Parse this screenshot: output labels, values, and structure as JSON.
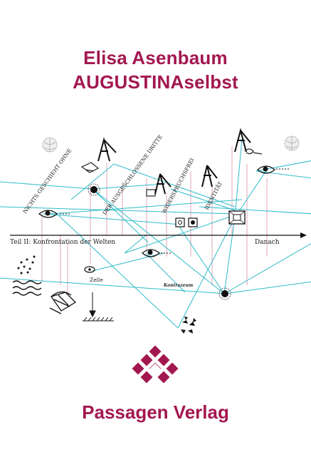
{
  "cover": {
    "author": "Elisa Asenbaum",
    "title": "AUGUSTINAselbst",
    "publisher": "Passagen Verlag"
  },
  "diagram": {
    "axis_left_label": "Teil II: Konfrontation der Welten",
    "axis_right_label": "Danach",
    "diagonal_labels": [
      "NICHTS GESCHIEHT OHNE",
      "DER AUSGESCHLOSSENE DRITTE",
      "WIDERSPRUCHSFREI",
      "IDENTITÄT"
    ],
    "small_labels": [
      "Zelle",
      "Kontrazeum"
    ],
    "colors": {
      "brand": "#a31750",
      "line": "#2fbcc9",
      "pin": "#e0a7b8"
    }
  }
}
